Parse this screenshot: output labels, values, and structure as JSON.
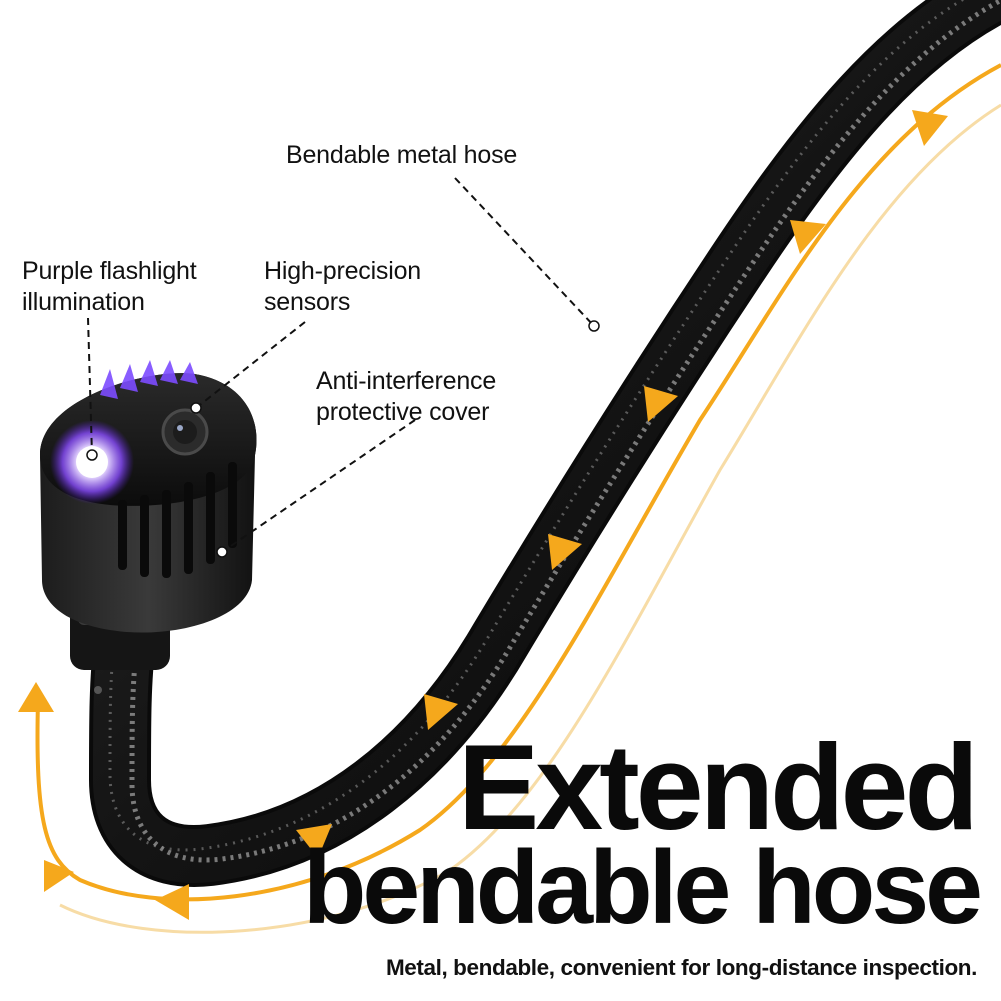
{
  "callouts": {
    "hose": "Bendable metal hose",
    "flashlight_line1": "Purple flashlight",
    "flashlight_line2": "illumination",
    "sensors_line1": "High-precision",
    "sensors_line2": "sensors",
    "cover_line1": "Anti-interference",
    "cover_line2": "protective cover"
  },
  "headline": {
    "line1": "Extended",
    "line2": "bendable hose"
  },
  "subtitle": "Metal, bendable, convenient for long-distance inspection.",
  "icons": [
    "bend-direction-arrow-icon"
  ],
  "colors": {
    "accent_arrow": "#f5a81c",
    "hose": "#1a1a1a",
    "text": "#111111",
    "led_glow": "#8a4dff"
  }
}
